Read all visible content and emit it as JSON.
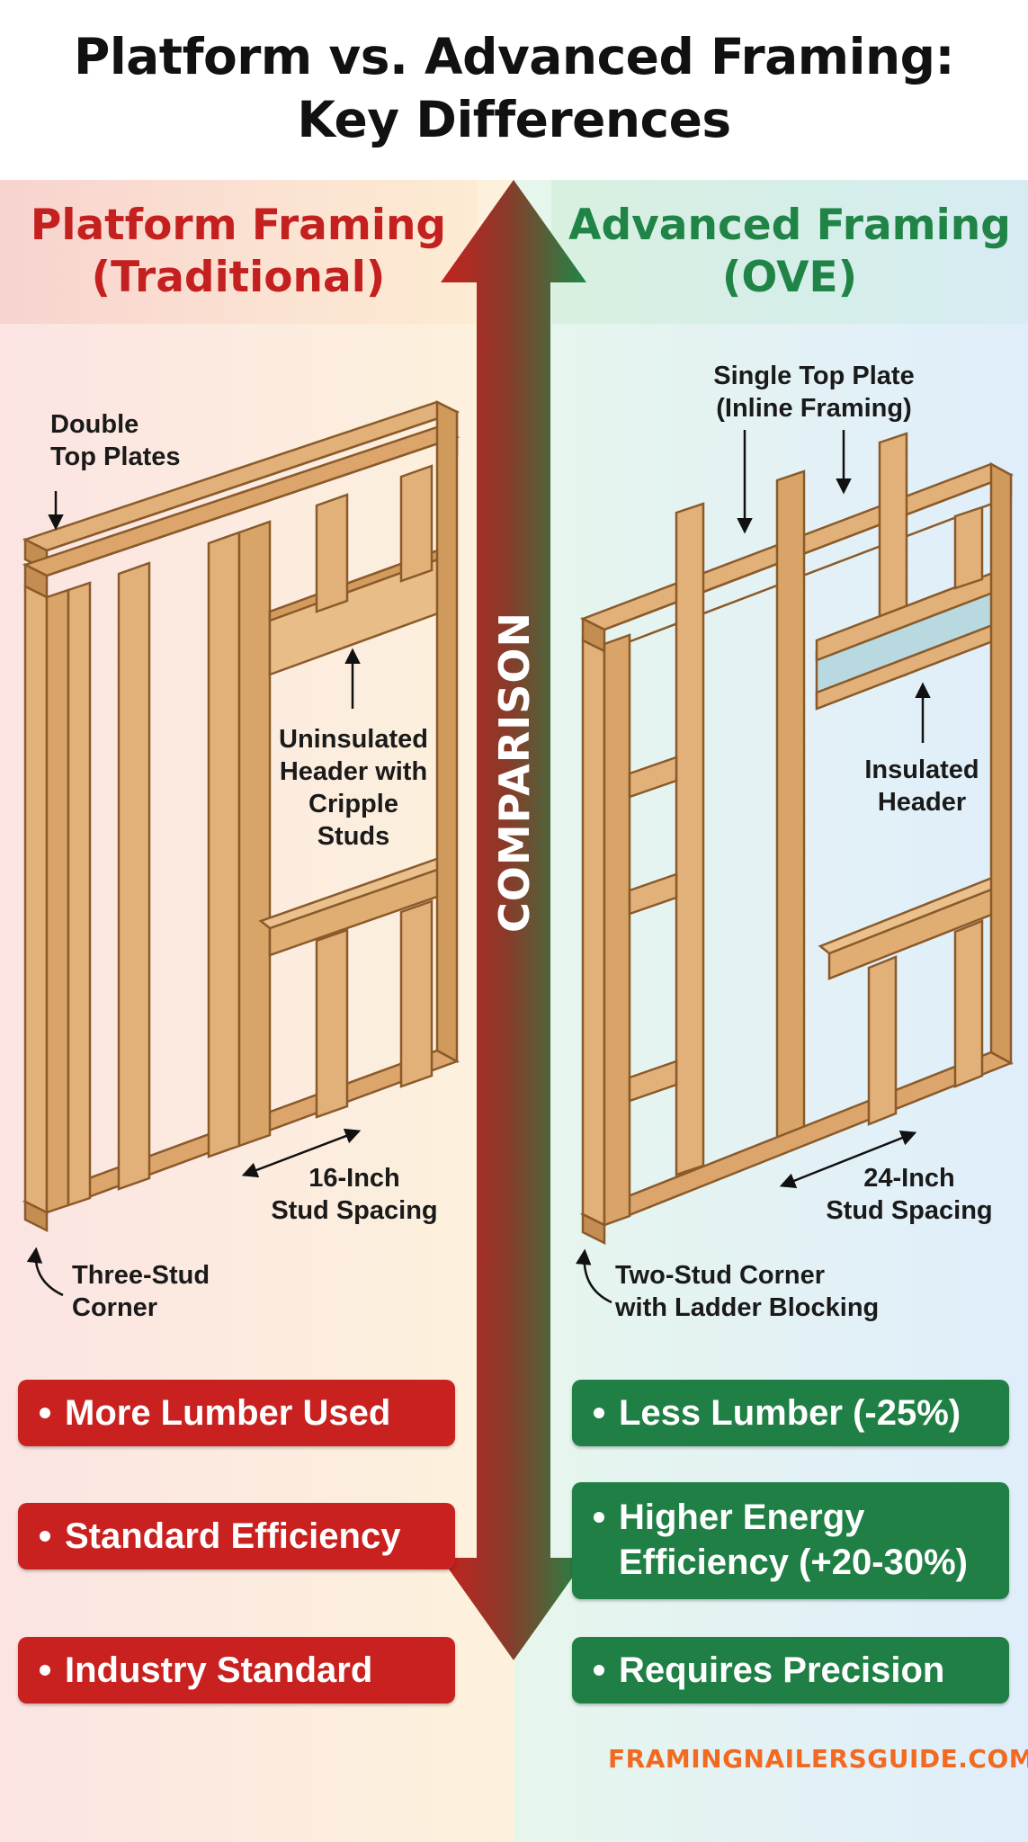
{
  "header": {
    "title_line1": "Platform vs. Advanced Framing:",
    "title_line2": "Key Differences"
  },
  "center_axis": {
    "label": "COMPARISON"
  },
  "left_panel": {
    "heading_line1": "Platform Framing",
    "heading_line2": "(Traditional)",
    "callouts": {
      "top_plate_1": "Double",
      "top_plate_2": "Top Plates",
      "header_1": "Uninsulated",
      "header_2": "Header with",
      "header_3": "Cripple",
      "header_4": "Studs",
      "spacing_1": "16-Inch",
      "spacing_2": "Stud Spacing",
      "corner_1": "Three-Stud",
      "corner_2": "Corner"
    },
    "points": [
      "More Lumber Used",
      "Standard Efficiency",
      "Industry Standard"
    ]
  },
  "right_panel": {
    "heading_line1": "Advanced Framing",
    "heading_line2": "(OVE)",
    "callouts": {
      "top_plate_1": "Single Top Plate",
      "top_plate_2": "(Inline Framing)",
      "header_1": "Insulated",
      "header_2": "Header",
      "spacing_1": "24-Inch",
      "spacing_2": "Stud Spacing",
      "corner_1": "Two-Stud Corner",
      "corner_2": "with Ladder Blocking"
    },
    "points": [
      "Less Lumber (-25%)",
      "Higher Energy",
      "Efficiency (+20-30%)",
      "Requires Precision"
    ]
  },
  "footer": {
    "site": "FRAMINGNAILERSGUIDE.COM"
  },
  "colors": {
    "platform_red": "#c8211f",
    "advanced_green": "#1f7f44",
    "wood": "#e2b179",
    "wood_edge": "#8a5a2b",
    "insulation": "#b7d9df",
    "watermark": "#f26a21"
  }
}
